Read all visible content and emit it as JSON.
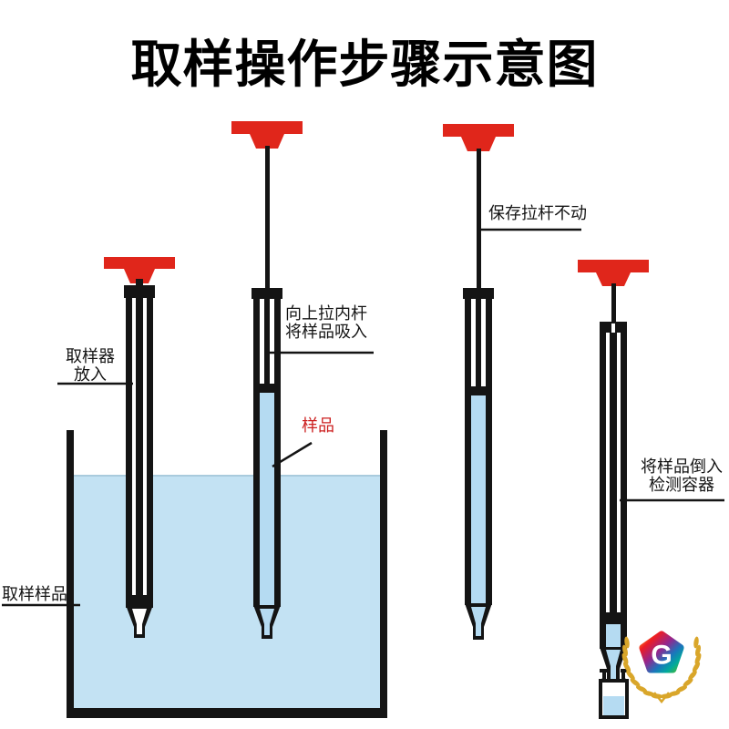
{
  "title": "取样操作步骤示意图",
  "colors": {
    "handle_red": "#e0261b",
    "ink": "#141414",
    "container_liquid": "#c3e2f3",
    "syringe_sample": "#b5dbf2",
    "sample_label_red": "#cc1f1f",
    "wreath_gold": "#d9a62a"
  },
  "steps": [
    {
      "id": 1,
      "label_line1": "取样器",
      "label_line2": "放入",
      "extra_label": "取样样品"
    },
    {
      "id": 2,
      "label_line1": "向上拉内杆",
      "label_line2": "将样品吸入",
      "extra_label": "样品"
    },
    {
      "id": 3,
      "label_line1": "保存拉杆不动"
    },
    {
      "id": 4,
      "label_line1": "将样品倒入",
      "label_line2": "检测容器"
    }
  ],
  "logo": {
    "letter": "G"
  }
}
